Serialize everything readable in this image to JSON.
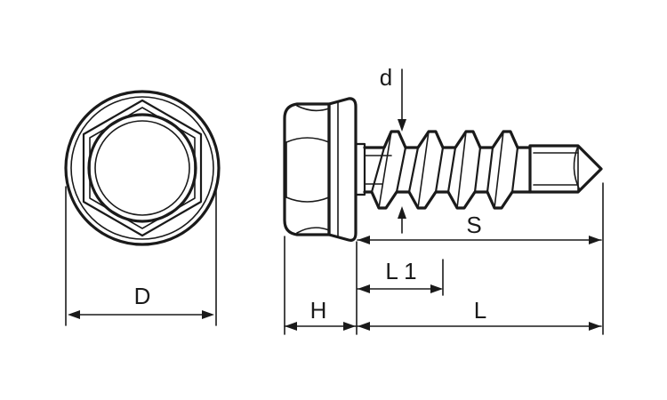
{
  "diagram": {
    "labels": {
      "D": "D",
      "d": "d",
      "S": "S",
      "L1": "L 1",
      "H": "H",
      "L": "L"
    },
    "colors": {
      "line": "#1a1a1a",
      "background": "#ffffff"
    }
  }
}
